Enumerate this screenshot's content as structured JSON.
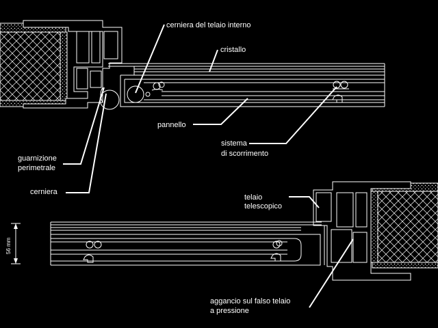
{
  "labels": {
    "cerniera_telaio_interno": "cerniera del telaio interno",
    "cristallo": "cristallo",
    "pannello": "pannello",
    "sistema_line1": "sistema",
    "sistema_line2": "di scorrimento",
    "guarnizione_line1": "guarnizione",
    "guarnizione_line2": "perimetrale",
    "cerniera": "cerniera",
    "telaio_line1": "telaio",
    "telaio_line2": "telescopico",
    "aggancio_line1": "aggancio sul falso telaio",
    "aggancio_line2": "a pressione"
  },
  "dimension": {
    "value": "56 mm"
  },
  "colors": {
    "background": "#000000",
    "lines": "#ffffff"
  }
}
